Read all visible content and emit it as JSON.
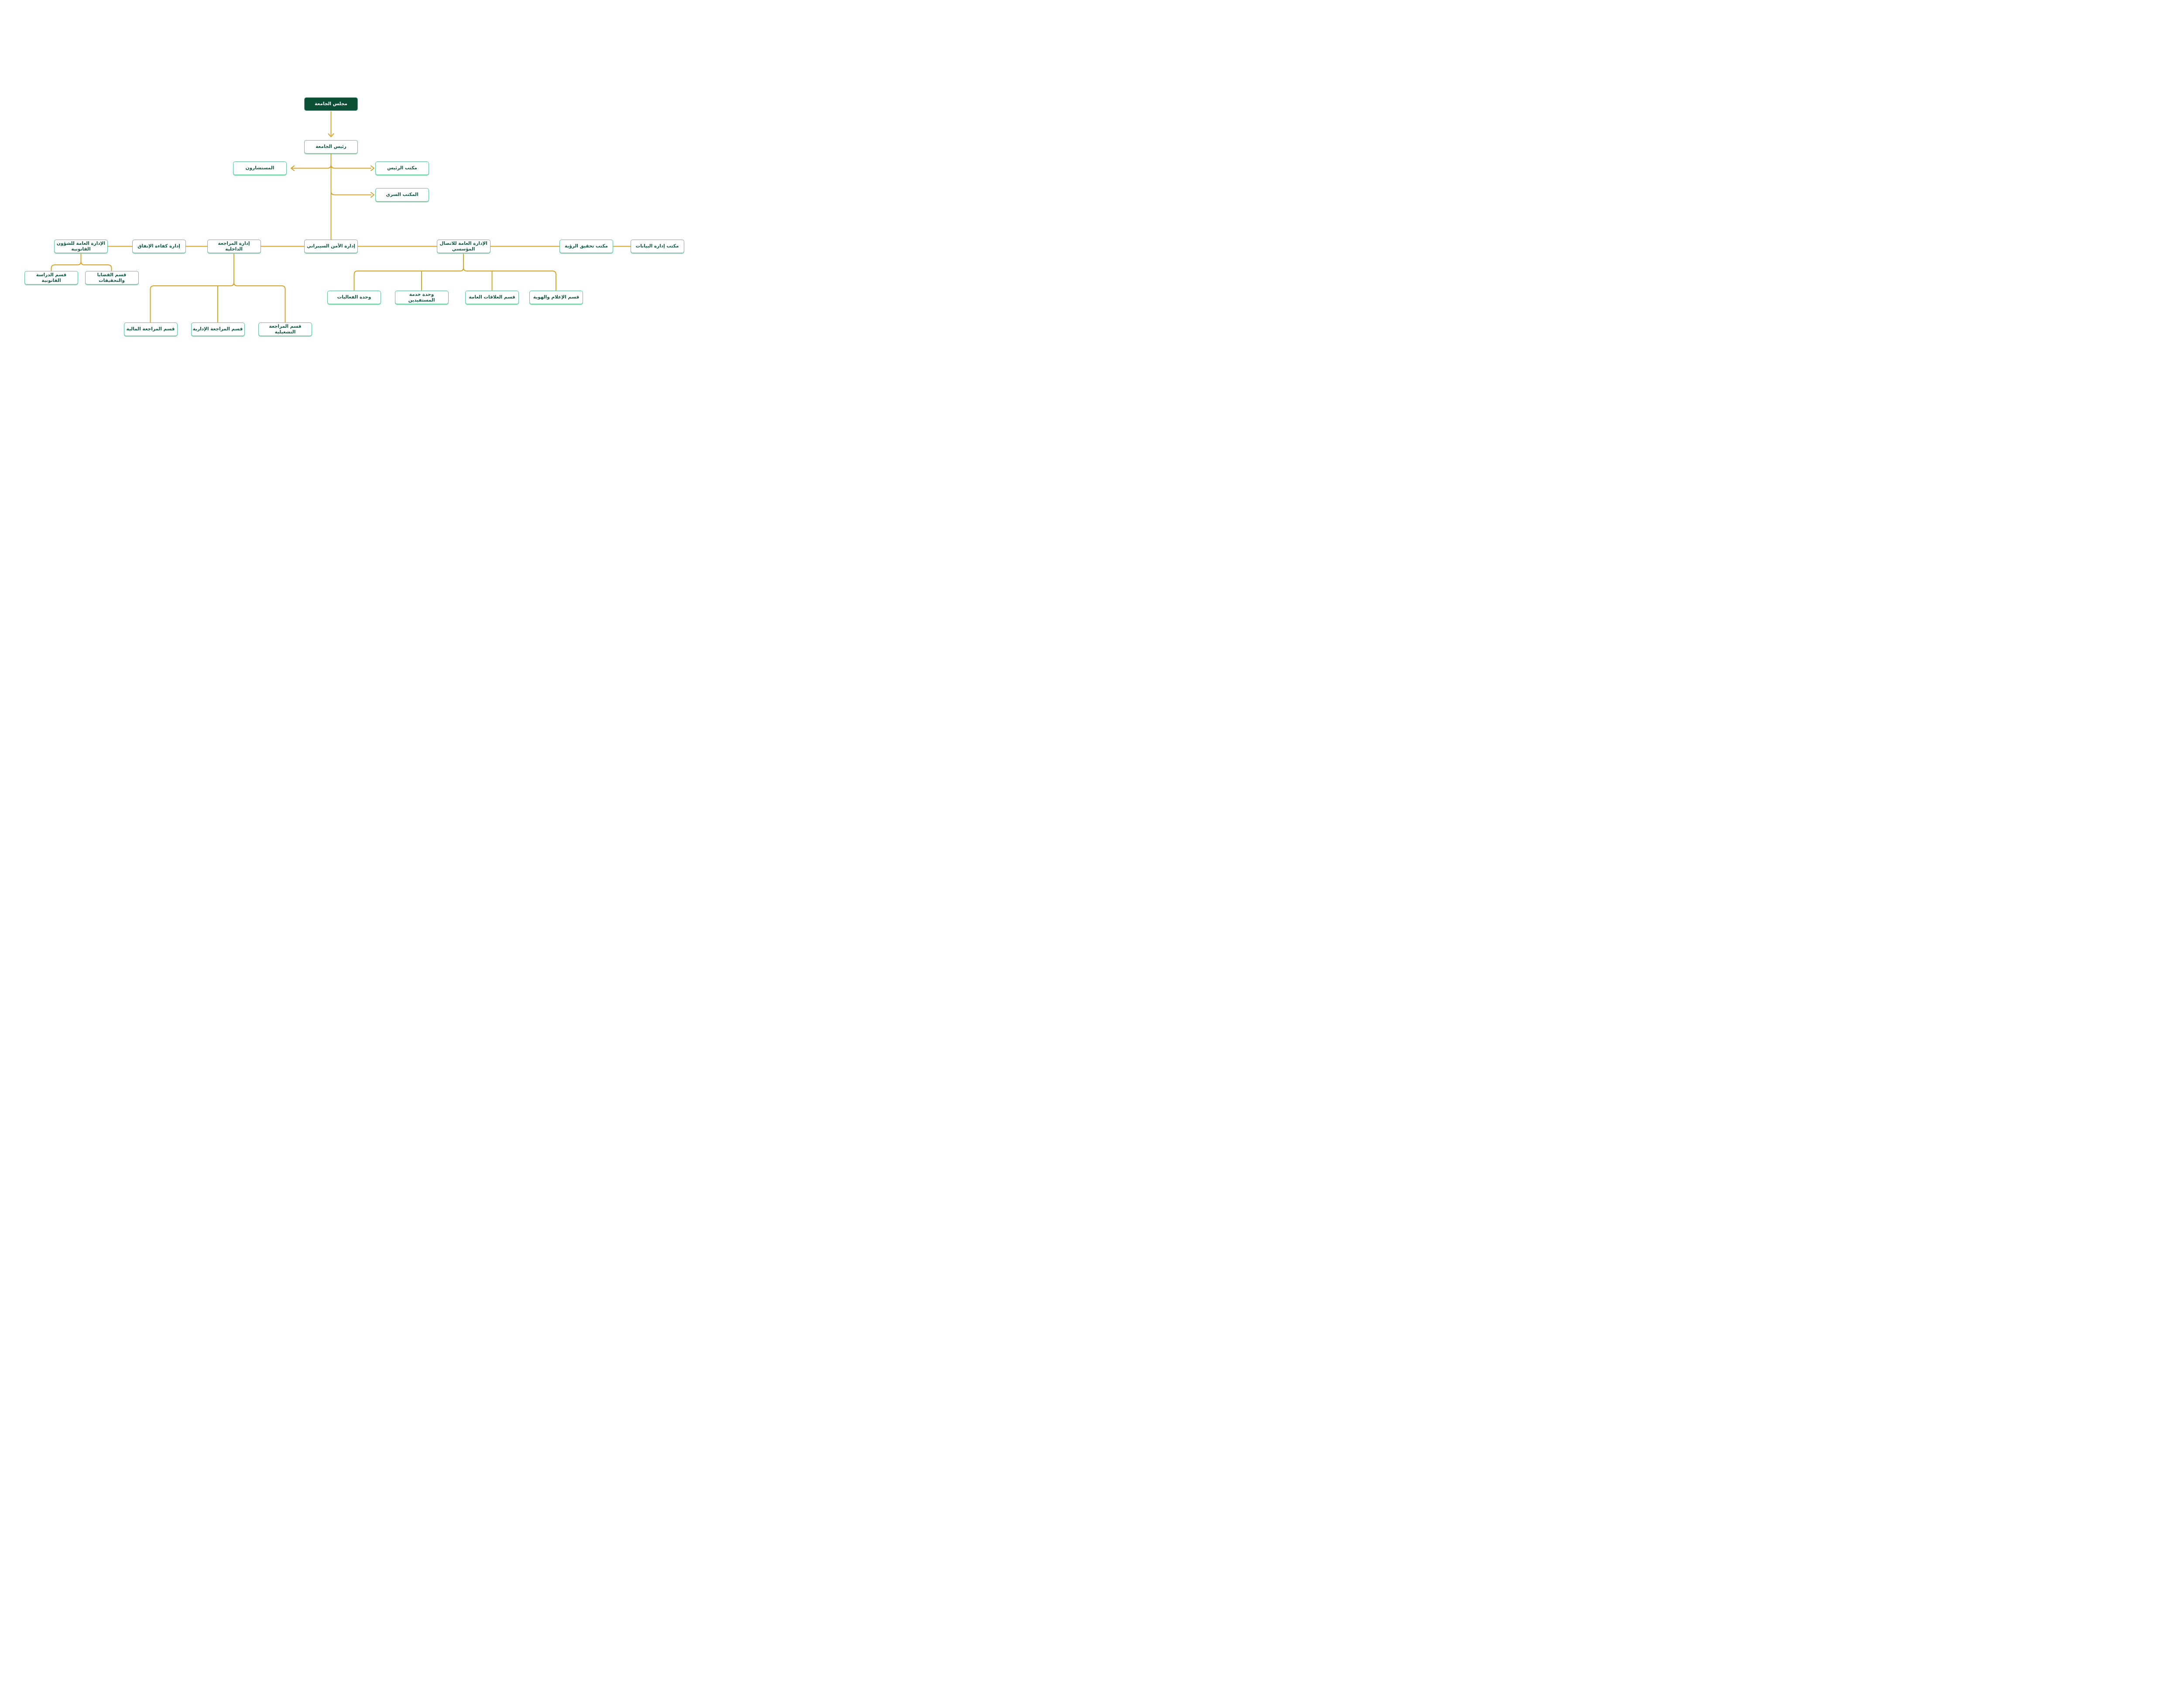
{
  "chart_type": "organizational-chart",
  "language": "ar",
  "colors": {
    "connector_gold": "#D7A228",
    "box_border_green": "#55C192",
    "dark_box_fill": "#0C4F37",
    "box_text_green": "#0E5741",
    "dark_box_text": "#FFFFFF",
    "background": "#FFFFFF"
  },
  "nodes": {
    "council": {
      "label": "مجلس الجامعة"
    },
    "president": {
      "label": "رئيس الجامعة"
    },
    "advisors": {
      "label": "المستشارون"
    },
    "president_office": {
      "label": "مكتب الرئيس"
    },
    "confidential_office": {
      "label": "المكتب السري"
    },
    "legal": {
      "label": "الإدارة العامة للشؤون القانونية"
    },
    "spending": {
      "label": "إدارة كفاءة الإنفاق"
    },
    "audit": {
      "label": "إدارة المراجعة الداخلية"
    },
    "cyber": {
      "label": "إدارة الأمن السيبراني"
    },
    "comms": {
      "label": "الإدارة العامة للاتصال المؤسسي"
    },
    "vision": {
      "label": "مكتب تحقيق الرؤية"
    },
    "data_office": {
      "label": "مكتب إدارة البيانات"
    },
    "legal_study": {
      "label": "قسم الدراسة القانونية"
    },
    "legal_cases": {
      "label": "قسم القضايا والتحقيقات"
    },
    "audit_financial": {
      "label": "قسم المراجعة المالية"
    },
    "audit_admin": {
      "label": "قسم المراجعة الإدارية"
    },
    "audit_operational": {
      "label": "قسم المراجعة التشغيلية"
    },
    "events_unit": {
      "label": "وحدة الفعاليات"
    },
    "beneficiary_unit": {
      "label": "وحدة خدمة المستفيدين"
    },
    "public_relations": {
      "label": "قسم العلاقات العامة"
    },
    "media_identity": {
      "label": "قسم الإعلام والهوية"
    }
  },
  "edges": [
    "council -> president (arrow down)",
    "president -> advisors (arrow left)",
    "president -> president_office (arrow right)",
    "president -> confidential_office (arrow right)",
    "president -> cyber (vertical line)",
    "legal - spending - audit - cyber - comms - vision - data_office (horizontal row links)",
    "legal -> legal_study, legal_cases",
    "audit -> audit_financial, audit_admin, audit_operational",
    "comms -> events_unit, beneficiary_unit, public_relations, media_identity"
  ]
}
